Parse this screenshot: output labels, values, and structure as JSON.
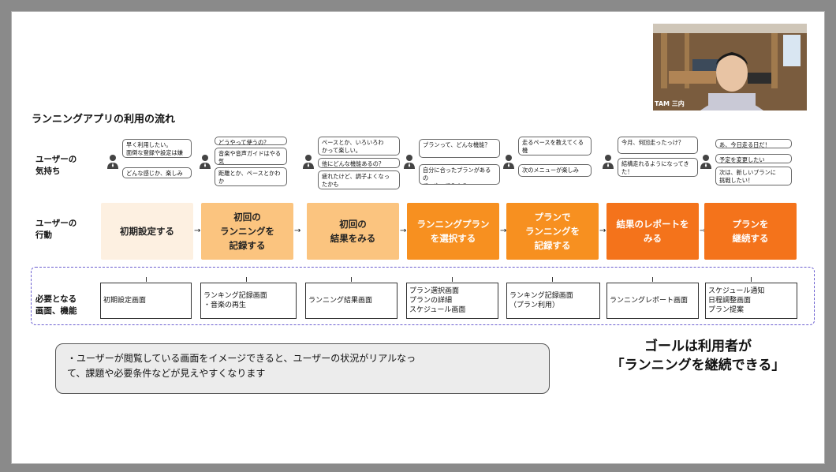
{
  "slide": {
    "title": "ランニングアプリの利用の流れ",
    "row_labels": {
      "feelings": "ユーザーの\n気持ち",
      "actions": "ユーザーの\n行動",
      "screens": "必要となる\n画面、機能"
    },
    "bubbles": [
      [
        "早く利用したい。\n面倒な登録や設定は嫌",
        "どんな感じか、楽しみ"
      ],
      [
        "どうやって使うの？",
        "音楽や音声ガイドはやる気\nでる感じする",
        "距離とか、ペースとかわか\nるのか。"
      ],
      [
        "ペースとか、いろいろわ\nかって楽しい。",
        "他にどんな機能あるの？",
        "疲れたけど、調子よくなっ\nたかも"
      ],
      [
        "プランって、どんな機能？",
        "自分に合ったプランがあるの\nで、やってみよう"
      ],
      [
        "走るペースを教えてくる機\n能、いい感じ。",
        "次のメニューが楽しみ"
      ],
      [
        "今月、何回走ったっけ？",
        "結構走れるようになってきた！"
      ],
      [
        "あ、今日走る日だ！",
        "予定を変更したい",
        "次は、新しいプランに\n挑戦したい！"
      ]
    ],
    "steps": [
      "初期設定する",
      "初回の\nランニングを\n記録する",
      "初回の\n結果をみる",
      "ランニングプラン\nを選択する",
      "プランで\nランニングを\n記録する",
      "結果のレポートを\nみる",
      "プランを\n継続する"
    ],
    "screens": [
      "初期設定画面",
      "ランキング記録画面\n・音楽の再生",
      "ランニング結果画面",
      "プラン選択画面\nプランの詳細\nスケジュール画面",
      "ランキング記録画面\n（プラン利用）",
      "ランニングレポート画面",
      "スケジュール通知\n日程調整画面\nプラン提案"
    ],
    "callout": "・ユーザーが閲覧している画面をイメージできると、ユーザーの状況がリアルなっ\nて、課題や必要条件などが見えやすくなります",
    "goal": "ゴールは利用者が\n「ランニングを継続できる」"
  },
  "webcam": {
    "name_tag": "TAM 三内"
  },
  "colors": {
    "step_fill": [
      "#fdf0e1",
      "#fbc47f",
      "#fbc47f",
      "#f79020",
      "#f79020",
      "#f4731b",
      "#f4731b"
    ],
    "step_text": [
      "#222222",
      "#222222",
      "#222222",
      "#ffffff",
      "#ffffff",
      "#ffffff",
      "#ffffff"
    ],
    "dashed_border": "#6b5fd0"
  }
}
